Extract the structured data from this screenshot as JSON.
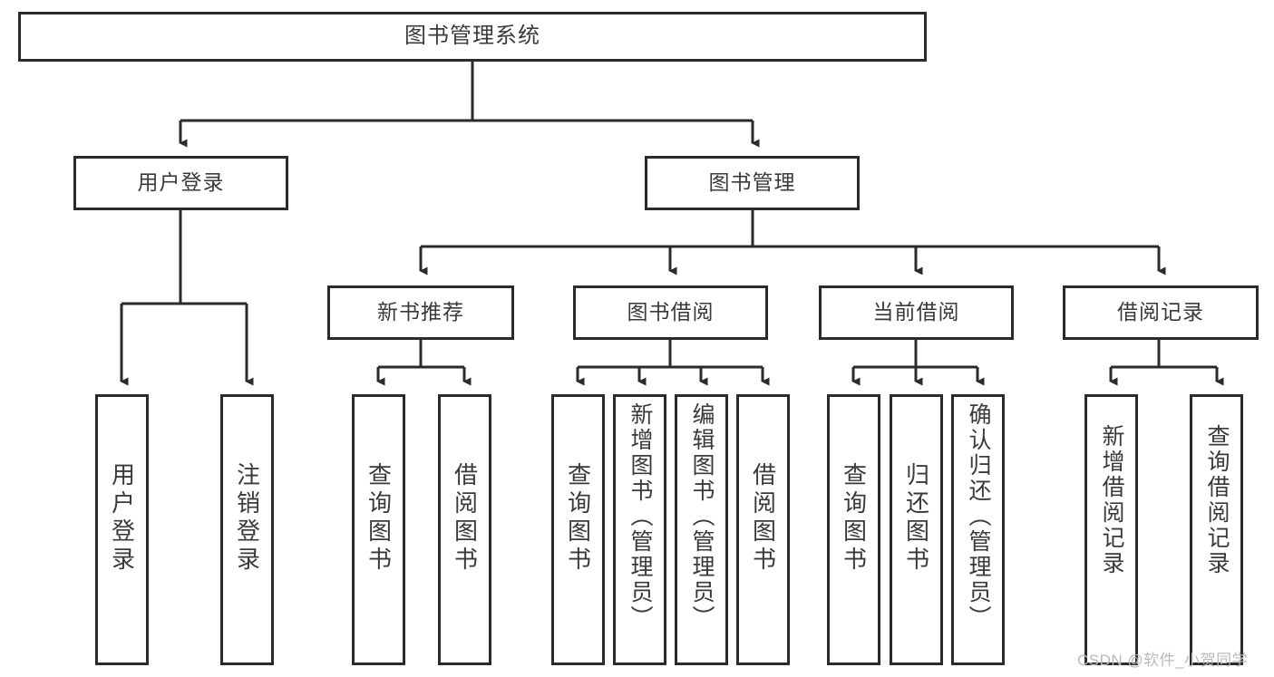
{
  "diagram": {
    "title": "图书管理系统",
    "orientation": "top-down tree",
    "levels": 4,
    "style": {
      "box_border": "#2b2b2b",
      "box_fill": "#ffffff",
      "line": "#2b2b2b",
      "text": "#3a3a3a",
      "background": "#ffffff"
    }
  },
  "nodes": {
    "root": {
      "label": "图书管理系统",
      "level": 0
    },
    "level1": [
      {
        "id": "user-login",
        "label": "用户登录"
      },
      {
        "id": "book-management",
        "label": "图书管理"
      }
    ],
    "level2": [
      {
        "id": "new-book-recommend",
        "label": "新书推荐",
        "parent": "book-management"
      },
      {
        "id": "book-borrow",
        "label": "图书借阅",
        "parent": "book-management"
      },
      {
        "id": "current-borrow",
        "label": "当前借阅",
        "parent": "book-management"
      },
      {
        "id": "borrow-record",
        "label": "借阅记录",
        "parent": "book-management"
      }
    ],
    "leaves": {
      "user-login": [
        {
          "id": "leaf-user-login",
          "label": "用户登录"
        },
        {
          "id": "leaf-logout-login",
          "label": "注销登录"
        }
      ],
      "new-book-recommend": [
        {
          "id": "leaf-query-book-1",
          "label": "查询图书"
        },
        {
          "id": "leaf-borrow-book-1",
          "label": "借阅图书"
        }
      ],
      "book-borrow": [
        {
          "id": "leaf-query-book-2",
          "label": "查询图书"
        },
        {
          "id": "leaf-add-book-admin",
          "label": "新增图书（管理员）"
        },
        {
          "id": "leaf-edit-book-admin",
          "label": "编辑图书（管理员）"
        },
        {
          "id": "leaf-borrow-book-2",
          "label": "借阅图书"
        }
      ],
      "current-borrow": [
        {
          "id": "leaf-query-book-3",
          "label": "查询图书"
        },
        {
          "id": "leaf-return-book",
          "label": "归还图书"
        },
        {
          "id": "leaf-confirm-return-admin",
          "label": "确认归还（管理员）"
        }
      ],
      "borrow-record": [
        {
          "id": "leaf-add-borrow-record",
          "label": "新增借阅记录"
        },
        {
          "id": "leaf-query-borrow-record",
          "label": "查询借阅记录"
        }
      ]
    }
  },
  "watermark": {
    "text": "CSDN @软件_小贺同学"
  }
}
